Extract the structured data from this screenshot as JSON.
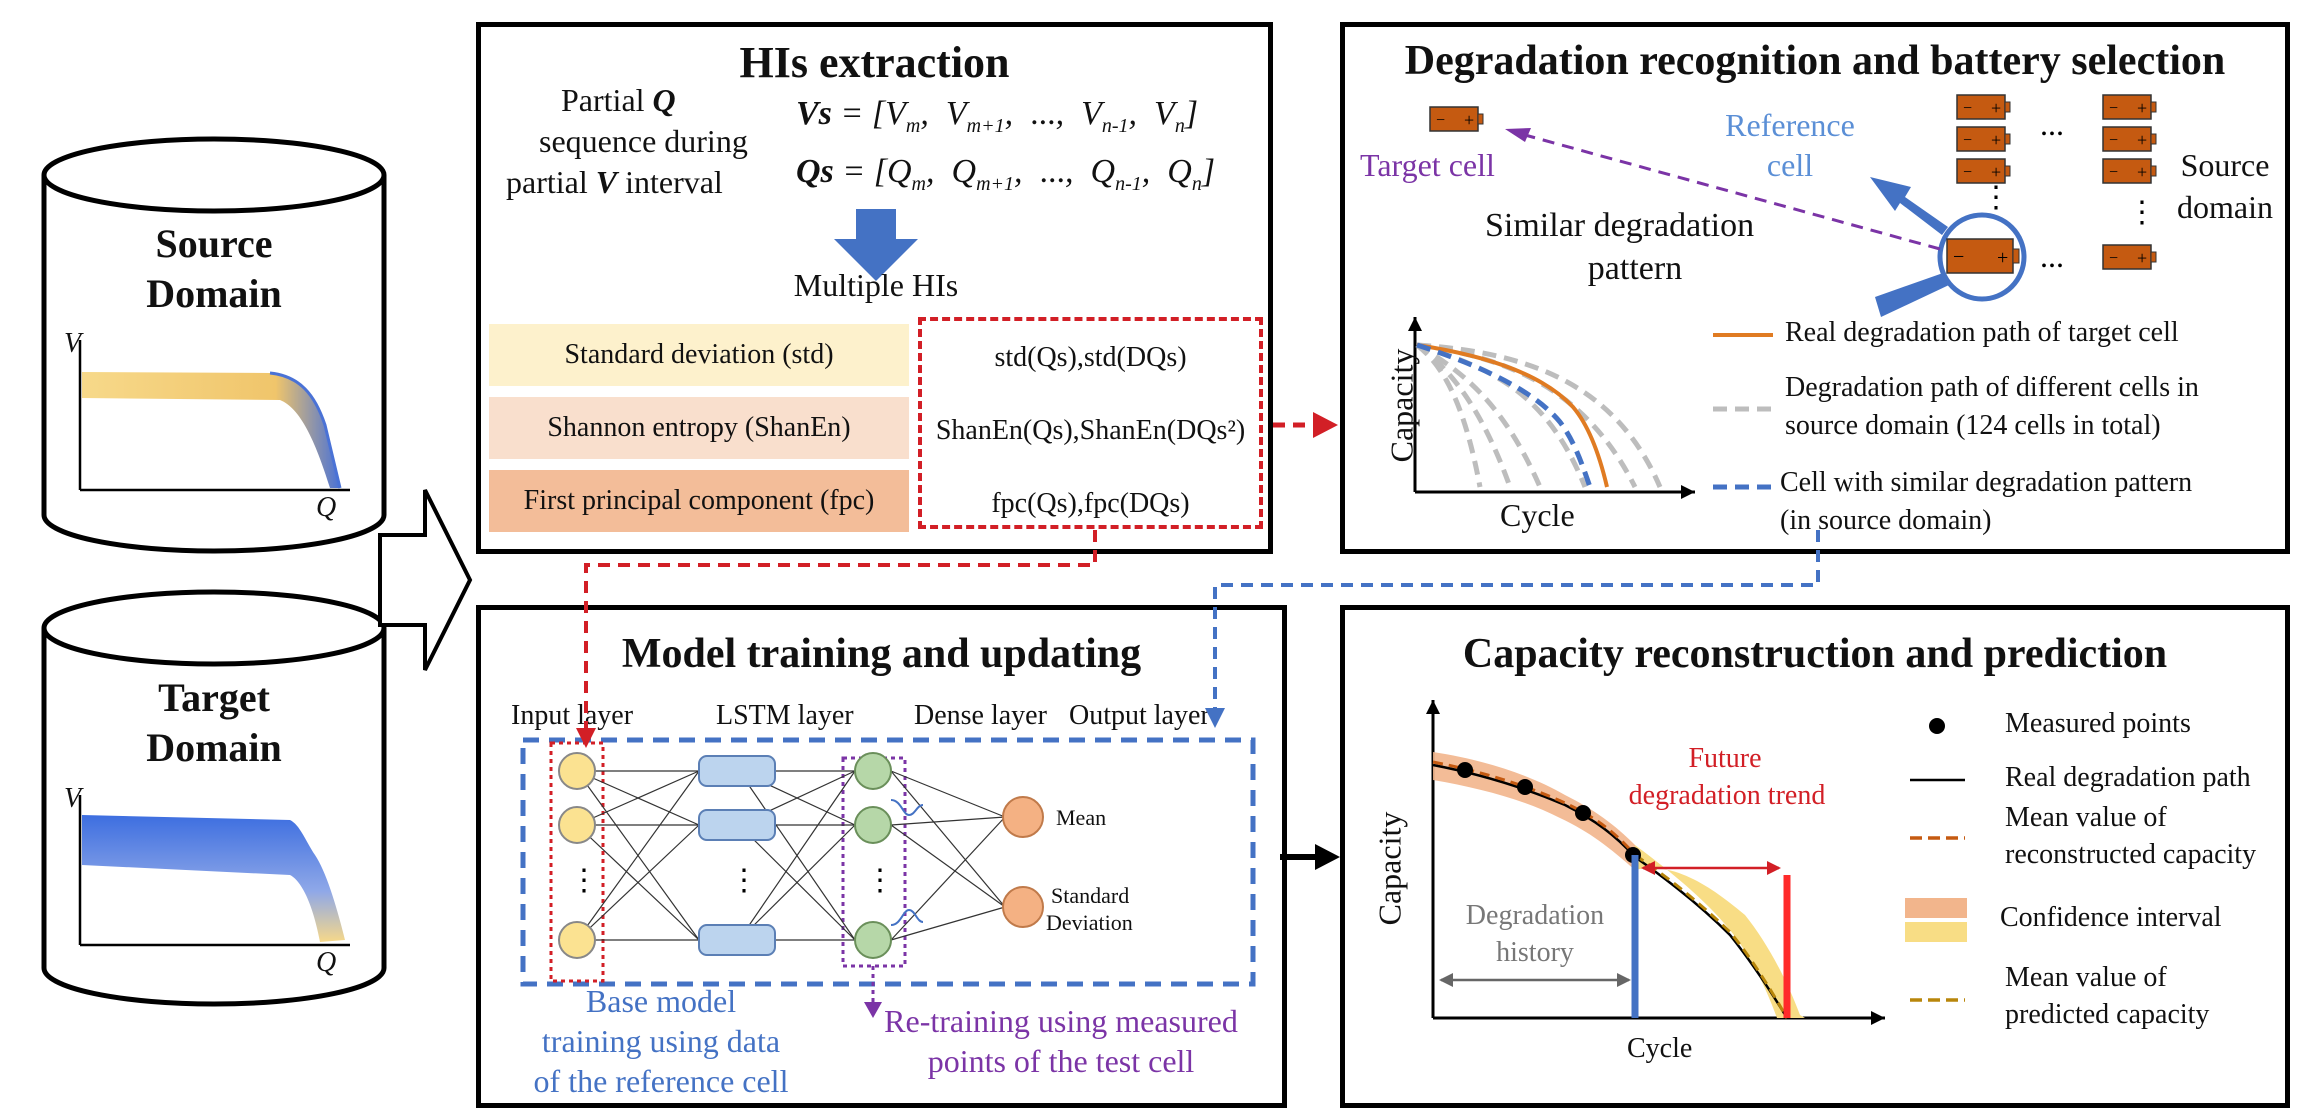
{
  "colors": {
    "blue": "#4472c4",
    "light_blue": "#5b8fd6",
    "orange": "#e07b22",
    "red": "#d21f26",
    "purple": "#7b34a6",
    "gray": "#bdbdbd",
    "yellow_band": "#f8dd85",
    "orange_band": "#f2b58c",
    "battery_fill": "#c55a11"
  },
  "left": {
    "source": {
      "title_line1": "Source",
      "title_line2": "Domain",
      "x_axis": "Q",
      "y_axis": "V"
    },
    "target": {
      "title_line1": "Target",
      "title_line2": "Domain",
      "x_axis": "Q",
      "y_axis": "V"
    }
  },
  "his_extraction": {
    "title": "HIs extraction",
    "desc": {
      "line1": "Partial",
      "line1_bold": "Q",
      "line2": "sequence during",
      "line3": "partial",
      "line3_bold": "V",
      "line3_end": "interval"
    },
    "vs_label": "Vs",
    "vs_items": [
      "V",
      "m",
      "V",
      "m+1",
      "...",
      "V",
      "n-1",
      "V",
      "n"
    ],
    "qs_label": "Qs",
    "qs_items": [
      "Q",
      "m",
      "Q",
      "m+1",
      "...",
      "Q",
      "n-1",
      "Q",
      "n"
    ],
    "arrow_label": "Multiple HIs",
    "rows": [
      {
        "name": "Standard deviation (std)",
        "formula": "std(Qs),std(DQs)"
      },
      {
        "name": "Shannon entropy (ShanEn)",
        "formula": "ShanEn(Qs),ShanEn(DQs²)"
      },
      {
        "name": "First principal component (fpc)",
        "formula": "fpc(Qs),fpc(DQs)"
      }
    ]
  },
  "degradation": {
    "title": "Degradation recognition and battery selection",
    "target_cell": "Target cell",
    "reference_cell_1": "Reference",
    "reference_cell_2": "cell",
    "similar_1": "Similar degradation",
    "similar_2": "pattern",
    "source_domain_1": "Source",
    "source_domain_2": "domain",
    "ellipsis": "...",
    "y_axis": "Capacity",
    "x_axis": "Cycle",
    "legend": [
      {
        "line1": "Real degradation path of target cell",
        "line2": ""
      },
      {
        "line1": "Degradation path of different cells in",
        "line2": "source domain (124 cells in total)"
      },
      {
        "line1": "Cell with similar degradation pattern",
        "line2": "(in source domain)"
      }
    ]
  },
  "model": {
    "title": "Model training and updating",
    "layers": [
      "Input layer",
      "LSTM layer",
      "Dense layer",
      "Output layer"
    ],
    "outputs": [
      "Mean",
      "Standard",
      "Deviation"
    ],
    "vdots": "⋮",
    "base_1": "Base model",
    "base_2": "training using data",
    "base_3": "of the reference cell",
    "retrain_1": "Re-training using measured",
    "retrain_2": "points of the test cell"
  },
  "capacity": {
    "title": "Capacity reconstruction and prediction",
    "y_axis": "Capacity",
    "x_axis": "Cycle",
    "future_1": "Future",
    "future_2": "degradation trend",
    "history_1": "Degradation",
    "history_2": "history",
    "legend": [
      {
        "line1": "Measured points",
        "line2": ""
      },
      {
        "line1": "Real degradation path",
        "line2": ""
      },
      {
        "line1": "Mean value of",
        "line2": "reconstructed capacity"
      },
      {
        "line1": "Confidence interval",
        "line2": ""
      },
      {
        "line1": "Mean value of",
        "line2": "predicted capacity"
      }
    ]
  }
}
